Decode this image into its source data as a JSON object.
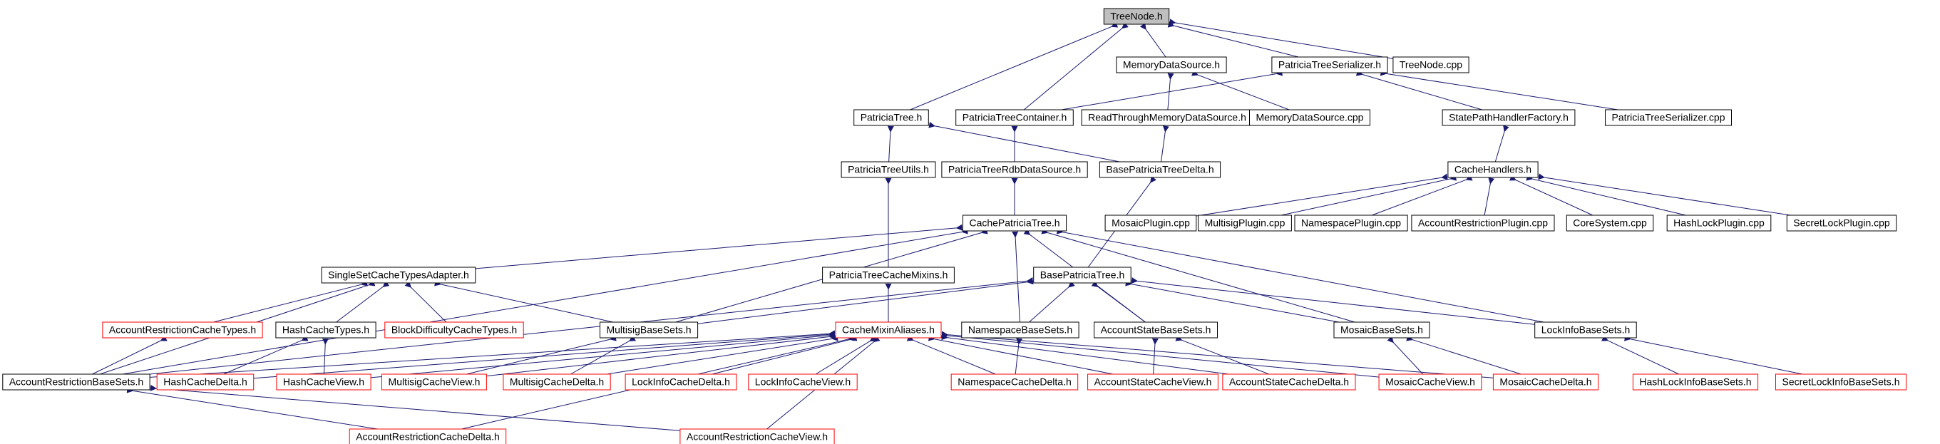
{
  "colors": {
    "background": "#ffffff",
    "edge": "#191970",
    "node_border_normal": "#000000",
    "node_border_truncated": "#ff0000",
    "root_fill": "#bfbfbf",
    "node_fill": "#ffffff",
    "text": "#000000"
  },
  "nodes": [
    {
      "id": "treenode",
      "label": "TreeNode.h",
      "style": "root"
    },
    {
      "id": "memds",
      "label": "MemoryDataSource.h",
      "style": "normal"
    },
    {
      "id": "pts",
      "label": "PatriciaTreeSerializer.h",
      "style": "normal"
    },
    {
      "id": "treenodecpp",
      "label": "TreeNode.cpp",
      "style": "normal"
    },
    {
      "id": "pt",
      "label": "PatriciaTree.h",
      "style": "normal"
    },
    {
      "id": "ptc",
      "label": "PatriciaTreeContainer.h",
      "style": "normal"
    },
    {
      "id": "rtmds",
      "label": "ReadThroughMemoryDataSource.h",
      "style": "normal"
    },
    {
      "id": "memdscpp",
      "label": "MemoryDataSource.cpp",
      "style": "normal"
    },
    {
      "id": "sphf",
      "label": "StatePathHandlerFactory.h",
      "style": "normal"
    },
    {
      "id": "ptscpp",
      "label": "PatriciaTreeSerializer.cpp",
      "style": "normal"
    },
    {
      "id": "ptutils",
      "label": "PatriciaTreeUtils.h",
      "style": "normal"
    },
    {
      "id": "ptrdb",
      "label": "PatriciaTreeRdbDataSource.h",
      "style": "normal"
    },
    {
      "id": "bptd",
      "label": "BasePatriciaTreeDelta.h",
      "style": "normal"
    },
    {
      "id": "cachehandlers",
      "label": "CacheHandlers.h",
      "style": "normal"
    },
    {
      "id": "mosaicplugin",
      "label": "MosaicPlugin.cpp",
      "style": "normal"
    },
    {
      "id": "multisigplugin",
      "label": "MultisigPlugin.cpp",
      "style": "normal"
    },
    {
      "id": "nsplugin",
      "label": "NamespacePlugin.cpp",
      "style": "normal"
    },
    {
      "id": "arplugin",
      "label": "AccountRestrictionPlugin.cpp",
      "style": "normal"
    },
    {
      "id": "coresystem",
      "label": "CoreSystem.cpp",
      "style": "normal"
    },
    {
      "id": "hlplugin",
      "label": "HashLockPlugin.cpp",
      "style": "normal"
    },
    {
      "id": "slplugin",
      "label": "SecretLockPlugin.cpp",
      "style": "normal"
    },
    {
      "id": "cpt",
      "label": "CachePatriciaTree.h",
      "style": "normal"
    },
    {
      "id": "sscta",
      "label": "SingleSetCacheTypesAdapter.h",
      "style": "normal"
    },
    {
      "id": "ptcm",
      "label": "PatriciaTreeCacheMixins.h",
      "style": "normal"
    },
    {
      "id": "bpt",
      "label": "BasePatriciaTree.h",
      "style": "normal"
    },
    {
      "id": "arct",
      "label": "AccountRestrictionCacheTypes.h",
      "style": "truncated"
    },
    {
      "id": "hct",
      "label": "HashCacheTypes.h",
      "style": "normal"
    },
    {
      "id": "bdct",
      "label": "BlockDifficultyCacheTypes.h",
      "style": "truncated"
    },
    {
      "id": "msbs",
      "label": "MultisigBaseSets.h",
      "style": "normal"
    },
    {
      "id": "cma",
      "label": "CacheMixinAliases.h",
      "style": "truncated"
    },
    {
      "id": "nsbs",
      "label": "NamespaceBaseSets.h",
      "style": "normal"
    },
    {
      "id": "asbs",
      "label": "AccountStateBaseSets.h",
      "style": "normal"
    },
    {
      "id": "mobs",
      "label": "MosaicBaseSets.h",
      "style": "normal"
    },
    {
      "id": "libs",
      "label": "LockInfoBaseSets.h",
      "style": "normal"
    },
    {
      "id": "arbs",
      "label": "AccountRestrictionBaseSets.h",
      "style": "normal"
    },
    {
      "id": "hcd",
      "label": "HashCacheDelta.h",
      "style": "truncated"
    },
    {
      "id": "hcv",
      "label": "HashCacheView.h",
      "style": "truncated"
    },
    {
      "id": "mscv",
      "label": "MultisigCacheView.h",
      "style": "truncated"
    },
    {
      "id": "mscd",
      "label": "MultisigCacheDelta.h",
      "style": "truncated"
    },
    {
      "id": "licd",
      "label": "LockInfoCacheDelta.h",
      "style": "truncated"
    },
    {
      "id": "licv",
      "label": "LockInfoCacheView.h",
      "style": "truncated"
    },
    {
      "id": "nscd",
      "label": "NamespaceCacheDelta.h",
      "style": "truncated"
    },
    {
      "id": "ascv",
      "label": "AccountStateCacheView.h",
      "style": "truncated"
    },
    {
      "id": "ascd",
      "label": "AccountStateCacheDelta.h",
      "style": "truncated"
    },
    {
      "id": "mocv",
      "label": "MosaicCacheView.h",
      "style": "truncated"
    },
    {
      "id": "mocd",
      "label": "MosaicCacheDelta.h",
      "style": "truncated"
    },
    {
      "id": "hlibs",
      "label": "HashLockInfoBaseSets.h",
      "style": "truncated"
    },
    {
      "id": "slibs",
      "label": "SecretLockInfoBaseSets.h",
      "style": "truncated"
    },
    {
      "id": "arcd",
      "label": "AccountRestrictionCacheDelta.h",
      "style": "truncated"
    },
    {
      "id": "arcv",
      "label": "AccountRestrictionCacheView.h",
      "style": "truncated"
    }
  ],
  "edges": [
    [
      "treenode",
      "memds"
    ],
    [
      "treenode",
      "pts"
    ],
    [
      "treenode",
      "treenodecpp"
    ],
    [
      "treenode",
      "pt"
    ],
    [
      "treenode",
      "ptc"
    ],
    [
      "memds",
      "rtmds"
    ],
    [
      "memds",
      "memdscpp"
    ],
    [
      "pts",
      "ptc"
    ],
    [
      "pts",
      "sphf"
    ],
    [
      "pts",
      "ptscpp"
    ],
    [
      "pt",
      "ptutils"
    ],
    [
      "pt",
      "bptd"
    ],
    [
      "ptc",
      "ptrdb"
    ],
    [
      "rtmds",
      "bptd"
    ],
    [
      "sphf",
      "cachehandlers"
    ],
    [
      "ptutils",
      "ptcm"
    ],
    [
      "ptrdb",
      "cpt"
    ],
    [
      "bptd",
      "bpt"
    ],
    [
      "cachehandlers",
      "mosaicplugin"
    ],
    [
      "cachehandlers",
      "multisigplugin"
    ],
    [
      "cachehandlers",
      "nsplugin"
    ],
    [
      "cachehandlers",
      "arplugin"
    ],
    [
      "cachehandlers",
      "coresystem"
    ],
    [
      "cachehandlers",
      "hlplugin"
    ],
    [
      "cachehandlers",
      "slplugin"
    ],
    [
      "cpt",
      "sscta"
    ],
    [
      "cpt",
      "arbs"
    ],
    [
      "cpt",
      "msbs"
    ],
    [
      "cpt",
      "nsbs"
    ],
    [
      "cpt",
      "asbs"
    ],
    [
      "cpt",
      "mobs"
    ],
    [
      "cpt",
      "libs"
    ],
    [
      "sscta",
      "arct"
    ],
    [
      "sscta",
      "hct"
    ],
    [
      "sscta",
      "bdct"
    ],
    [
      "sscta",
      "msbs"
    ],
    [
      "sscta",
      "arbs"
    ],
    [
      "ptcm",
      "cma"
    ],
    [
      "bpt",
      "msbs"
    ],
    [
      "bpt",
      "nsbs"
    ],
    [
      "bpt",
      "asbs"
    ],
    [
      "bpt",
      "mobs"
    ],
    [
      "bpt",
      "libs"
    ],
    [
      "bpt",
      "arbs"
    ],
    [
      "arct",
      "arbs"
    ],
    [
      "hct",
      "hcd"
    ],
    [
      "hct",
      "hcv"
    ],
    [
      "msbs",
      "mscv"
    ],
    [
      "msbs",
      "mscd"
    ],
    [
      "cma",
      "arbs"
    ],
    [
      "cma",
      "hcd"
    ],
    [
      "cma",
      "hcv"
    ],
    [
      "cma",
      "mscv"
    ],
    [
      "cma",
      "mscd"
    ],
    [
      "cma",
      "licd"
    ],
    [
      "cma",
      "licv"
    ],
    [
      "cma",
      "nscd"
    ],
    [
      "cma",
      "ascv"
    ],
    [
      "cma",
      "ascd"
    ],
    [
      "cma",
      "mocv"
    ],
    [
      "cma",
      "mocd"
    ],
    [
      "cma",
      "arcd"
    ],
    [
      "cma",
      "arcv"
    ],
    [
      "nsbs",
      "nscd"
    ],
    [
      "asbs",
      "ascv"
    ],
    [
      "asbs",
      "ascd"
    ],
    [
      "mobs",
      "mocv"
    ],
    [
      "mobs",
      "mocd"
    ],
    [
      "libs",
      "hlibs"
    ],
    [
      "libs",
      "slibs"
    ],
    [
      "arbs",
      "arcd"
    ],
    [
      "arbs",
      "arcv"
    ]
  ]
}
